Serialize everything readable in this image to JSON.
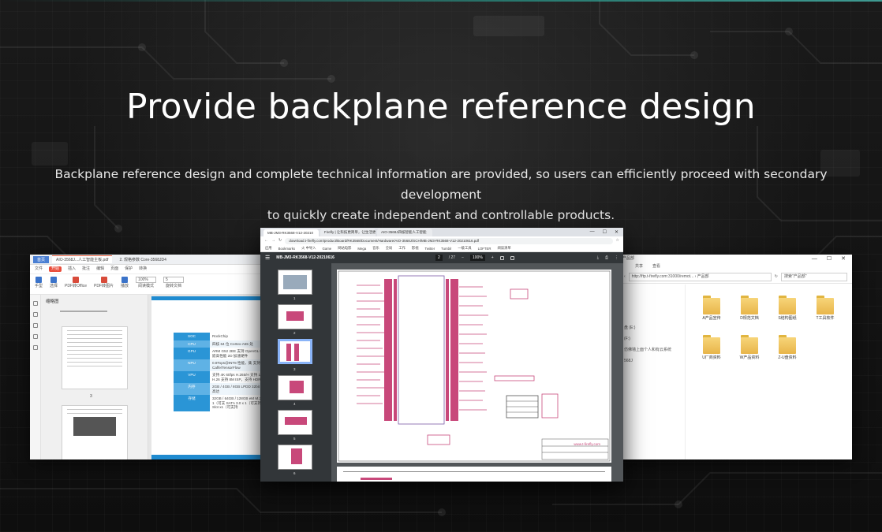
{
  "hero": {
    "title": "Provide backplane reference design",
    "description_line1": "Backplane reference design and complete technical information are provided, so users can efficiently proceed with secondary development",
    "description_line2": "to quickly create independent and controllable products."
  },
  "colors": {
    "accent_teal": "#4fd1c5",
    "pdf_blue": "#1f8bd0",
    "reader_red": "#e94e3c",
    "schematic_pink": "#c8487a",
    "folder_yellow": "#f7d579"
  },
  "left_window": {
    "tabs": [
      "首页",
      "AIO-3568J...人工智能主板.pdf",
      "2. 规格参数 Core-3568JD4"
    ],
    "menu": [
      "文件",
      "开始",
      "插入",
      "批注",
      "编辑",
      "页面",
      "保护",
      "转换"
    ],
    "menu_active": "开始",
    "tools": [
      "手型",
      "选择",
      "PDF转Office",
      "PDF转图片",
      "播放",
      "阅读模式",
      "旋转文档"
    ],
    "zoom": "100%",
    "page_input": "5",
    "thumb_header": "缩略图",
    "thumb_page_number": "3",
    "spec_rows": [
      {
        "k": "SOC",
        "v": "RockChip"
      },
      {
        "k": "CPU",
        "v": "四核 64 位 Cortex-A55 处"
      },
      {
        "k": "GPU",
        "v": "ARM G52 2EE 支持 OpenGL ES 1.1/2.0 内嵌高性能 2D 加速硬件"
      },
      {
        "k": "NPU",
        "v": "0.8Tops@INT8 性能，集 支持 Caffe/TensorFlow"
      },
      {
        "k": "VPU",
        "v": "支持 4K 60fps H.265/H 支持 1080P 100fps H.26 支持 8M ISP，支持 HDR"
      },
      {
        "k": "内存",
        "v": "2GB / 4GB / 8GB LPDD 32bit 位宽，频率高达"
      },
      {
        "k": "存储",
        "v": "32GB / 64GB / 128GB eM M.2 PCIe 3.0 × 1（可支 SATA 3.0 x 1（可支持 2 TF-Card Slot x1（可支持"
      }
    ]
  },
  "center_window": {
    "tabs": [
      "MB-JM3-RK3568-V12-20210",
      "Firefly | 让科技更简单，让生活更",
      "AIO-3568J四核智能人工智能"
    ],
    "url": "download.t-firefly.com/product/Board/RK3568/Document/Hardware/AIO-3568J/SCH/MB-JM3-RK3568-V12-20210616.pdf",
    "bookmarks": [
      "应用",
      "Bookmarks",
      "火 中导入",
      "Game",
      "网站电影",
      "Mega",
      "音乐",
      "全局",
      "工作",
      "影视",
      "Twitter",
      "Tumblr",
      "一级工具",
      "LOFTER",
      "阅读清单"
    ],
    "pdf_title": "MB-JM3-RK3568-V12-20210616",
    "page_current": "2",
    "page_total": "/ 27",
    "zoom": "100%",
    "thumb_numbers": [
      "1",
      "2",
      "3",
      "4",
      "5",
      "6"
    ],
    "footer_watermark": "www.t-firefly.com"
  },
  "right_window": {
    "title": "产品部",
    "window_controls": [
      "—",
      "☐",
      "✕"
    ],
    "ribbon": [
      "共享",
      "查看"
    ],
    "address": "http://ftp.t-firefly.com:31000/remot...  ›  产品部",
    "search_placeholder": "搜索\"产品部\"",
    "nav_items": [
      "盘 (E:)",
      "(F:)",
      "仿佛墙上面个人和有云系统",
      "568J"
    ],
    "folders": [
      "A产品宣传",
      "D规范文档",
      "S结构图纸",
      "T工具软件",
      "U厂商资料",
      "W产品资料",
      "Z-U盘资料"
    ]
  }
}
